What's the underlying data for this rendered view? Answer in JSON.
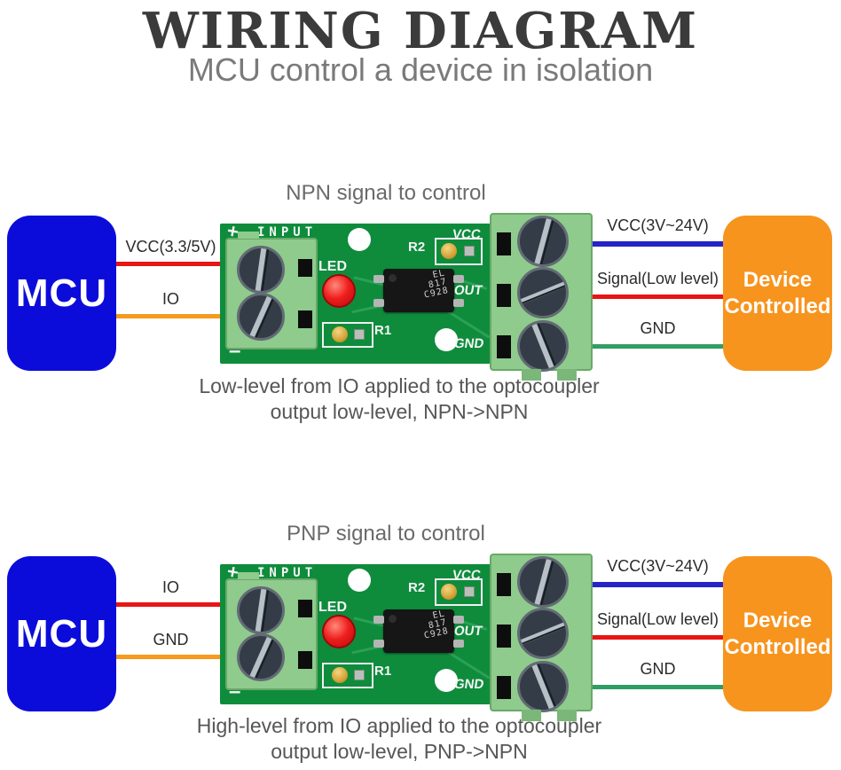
{
  "title": "WIRING DIAGRAM",
  "subtitle": "MCU control a device in isolation",
  "mcu_label": "MCU",
  "device_label_line1": "Device",
  "device_label_line2": "Controlled",
  "colors": {
    "mcu_blue": "#0c0cda",
    "device_orange": "#f7941e",
    "pcb_green": "#0e8c3c",
    "terminal_green": "#8ecb8c",
    "wire_red": "#e81515",
    "wire_orange": "#f59a1d",
    "wire_blue": "#2424c8",
    "wire_green": "#2f9e64"
  },
  "pcb": {
    "plus": "+",
    "input": "INPUT",
    "minus": "–",
    "led": "LED",
    "r1": "R1",
    "r2": "R2",
    "vcc": "VCC",
    "out": "OUT",
    "gnd": "GND",
    "chip_lines": [
      "EL",
      "817",
      "C928"
    ]
  },
  "sections": [
    {
      "heading": "NPN signal to control",
      "left_wires": [
        {
          "label": "VCC(3.3/5V)",
          "color": "red"
        },
        {
          "label": "IO",
          "color": "orange"
        }
      ],
      "right_wires": [
        {
          "label": "VCC(3V~24V)",
          "color": "blue"
        },
        {
          "label": "Signal(Low level)",
          "color": "red"
        },
        {
          "label": "GND",
          "color": "green"
        }
      ],
      "caption_line1": "Low-level from IO applied to the optocoupler",
      "caption_line2": "output low-level, NPN->NPN"
    },
    {
      "heading": "PNP signal to control",
      "left_wires": [
        {
          "label": "IO",
          "color": "red"
        },
        {
          "label": "GND",
          "color": "orange"
        }
      ],
      "right_wires": [
        {
          "label": "VCC(3V~24V)",
          "color": "blue"
        },
        {
          "label": "Signal(Low level)",
          "color": "red"
        },
        {
          "label": "GND",
          "color": "green"
        }
      ],
      "caption_line1": "High-level from IO applied to the optocoupler",
      "caption_line2": "output low-level, PNP->NPN"
    }
  ]
}
